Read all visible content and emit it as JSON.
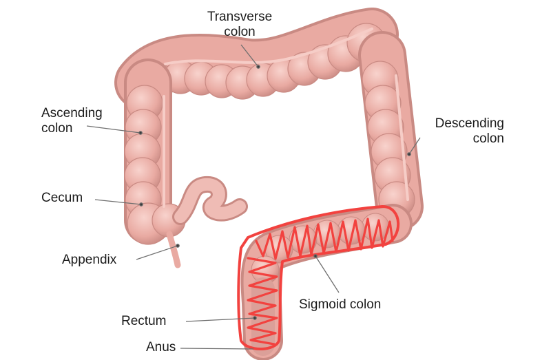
{
  "labels": {
    "transverse": {
      "line1": "Transverse",
      "line2": "colon"
    },
    "ascending": {
      "line1": "Ascending",
      "line2": "colon"
    },
    "descending": {
      "line1": "Descending",
      "line2": "colon"
    },
    "cecum": "Cecum",
    "appendix": "Appendix",
    "sigmoid": "Sigmoid colon",
    "rectum": "Rectum",
    "anus": "Anus"
  },
  "colors": {
    "colon_fill": "#e9aaa2",
    "colon_shadow": "#c98a83",
    "colon_highlight": "#f6cdc7",
    "annotation_scribble": "#f2423f",
    "leader_line": "#6e6e6e"
  }
}
